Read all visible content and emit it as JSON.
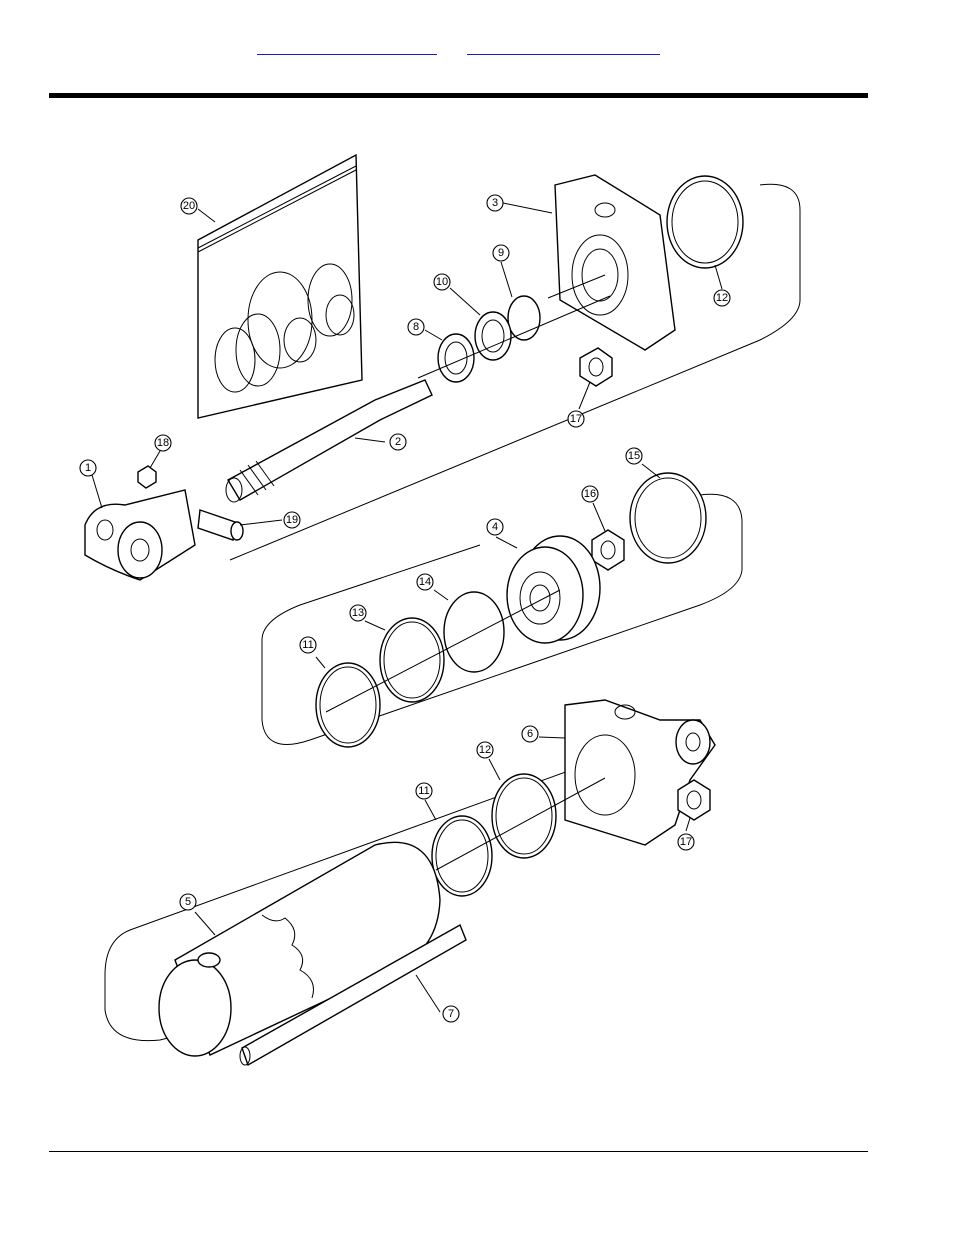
{
  "header": {
    "links": [
      "",
      ""
    ]
  },
  "diagram": {
    "callouts": [
      {
        "id": "c20",
        "label": "20"
      },
      {
        "id": "c3",
        "label": "3"
      },
      {
        "id": "c9",
        "label": "9"
      },
      {
        "id": "c10",
        "label": "10"
      },
      {
        "id": "c8",
        "label": "8"
      },
      {
        "id": "c12a",
        "label": "12"
      },
      {
        "id": "c17a",
        "label": "17"
      },
      {
        "id": "c2",
        "label": "2"
      },
      {
        "id": "c18",
        "label": "18"
      },
      {
        "id": "c1",
        "label": "1"
      },
      {
        "id": "c19",
        "label": "19"
      },
      {
        "id": "c15",
        "label": "15"
      },
      {
        "id": "c16",
        "label": "16"
      },
      {
        "id": "c4",
        "label": "4"
      },
      {
        "id": "c14",
        "label": "14"
      },
      {
        "id": "c13",
        "label": "13"
      },
      {
        "id": "c11a",
        "label": "11"
      },
      {
        "id": "c6",
        "label": "6"
      },
      {
        "id": "c12b",
        "label": "12"
      },
      {
        "id": "c11b",
        "label": "11"
      },
      {
        "id": "c17b",
        "label": "17"
      },
      {
        "id": "c5",
        "label": "5"
      },
      {
        "id": "c7",
        "label": "7"
      }
    ]
  }
}
